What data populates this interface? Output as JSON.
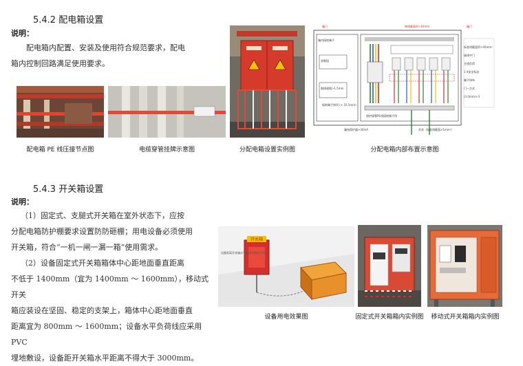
{
  "s1": {
    "heading": "5.4.2 配电箱设置",
    "label": "说明：",
    "para": [
      "配电箱内配置、安装及使用符合规范要求，配电",
      "箱内控制回路满足使用要求。"
    ],
    "captions": [
      "配电箱 PE 线压接节点图",
      "电缆穿管挂牌示意图",
      "分配电箱设置实例图",
      "分配电箱内部布置示意图"
    ]
  },
  "diagram": {
    "labels": [
      "箱门",
      "箱门",
      "串线截面积>16mm",
      "箱内接地端子",
      "标准线截面积>40mm²",
      "接线中门",
      "多数段",
      "主线负荷",
      "1-4安全标志",
      "端子排布",
      "钢线规格>1.5mm",
      "门一方式",
      "(3.0mm)+3",
      "接地端子排列 (+ 16.5mm)",
      "保护接零PE线接地端子排",
      "漏电保护器>30mA",
      "开关（标准线截面>1mm²）"
    ]
  },
  "s2": {
    "heading": "5.4.3 开关箱设置",
    "label": "说明：",
    "para": [
      "（1）固定式、支腿式开关箱在室外状态下，应按",
      "分配电箱防护棚要求设置防防砸棚；用电设备必须使用",
      "开关箱，符合“一机一闸一漏一箱”使用需求。",
      "（2）设备固定式开关箱箱体中心距地面垂直距离",
      "不低于 1400mm（宜为 1400mm ～ 1600mm），移动式开关",
      "箱应装设在坚固、稳定的支架上，箱体中心距地面垂直",
      "距离宜为 800mm ～ 1600mm；设备水平负荷线应采用 PVC",
      "埋地敷设，设备距开关箱水平距离不得大于 3000mm。"
    ],
    "captions": [
      "设备用电效果图",
      "固定式开关箱箱内实例图",
      "移动式开关箱箱内实例图"
    ],
    "illus_sign": "开关箱",
    "illus_note": "设备距离开关箱水平距离不得大于3m"
  }
}
